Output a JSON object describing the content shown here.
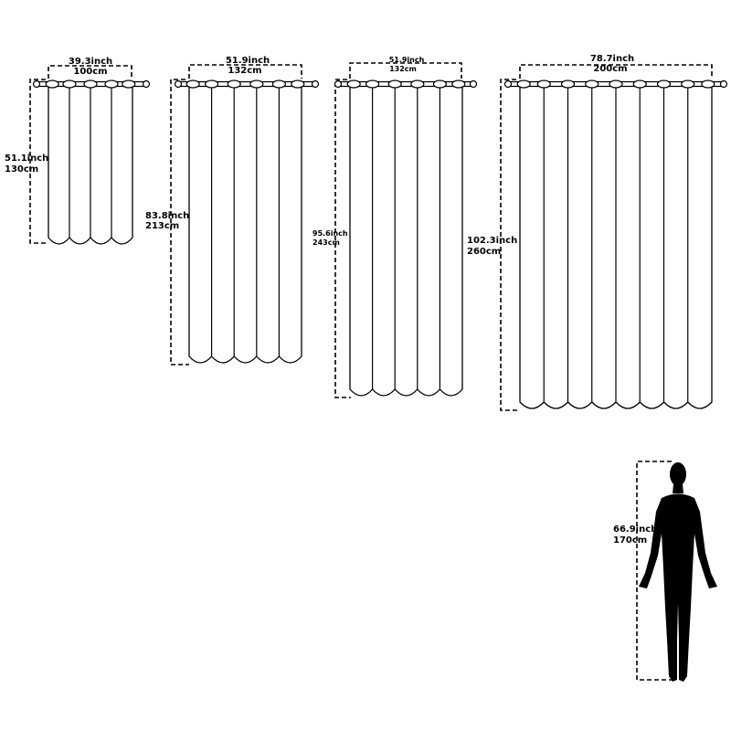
{
  "curtains": [
    {
      "id": "curtain-1",
      "width_inch": "39.3inch",
      "width_cm": "100cm",
      "height_inch": "51.1inch",
      "height_cm": "130cm",
      "panels": 4
    },
    {
      "id": "curtain-2",
      "width_inch": "51.9inch",
      "width_cm": "132cm",
      "height_inch": "83.8inch",
      "height_cm": "213cm",
      "panels": 5
    },
    {
      "id": "curtain-3",
      "width_inch": "51.9inch",
      "width_cm": "132cm",
      "height_inch": "95.6inch",
      "height_cm": "243cm",
      "panels": 5
    },
    {
      "id": "curtain-4",
      "width_inch": "78.7inch",
      "width_cm": "200cm",
      "height_inch": "102.3inch",
      "height_cm": "260cm",
      "panels": 8
    }
  ],
  "person": {
    "height_inch": "66.9inch",
    "height_cm": "170cm"
  },
  "colors": {
    "line": "#000000",
    "background": "#ffffff",
    "silhouette": "#000000"
  }
}
